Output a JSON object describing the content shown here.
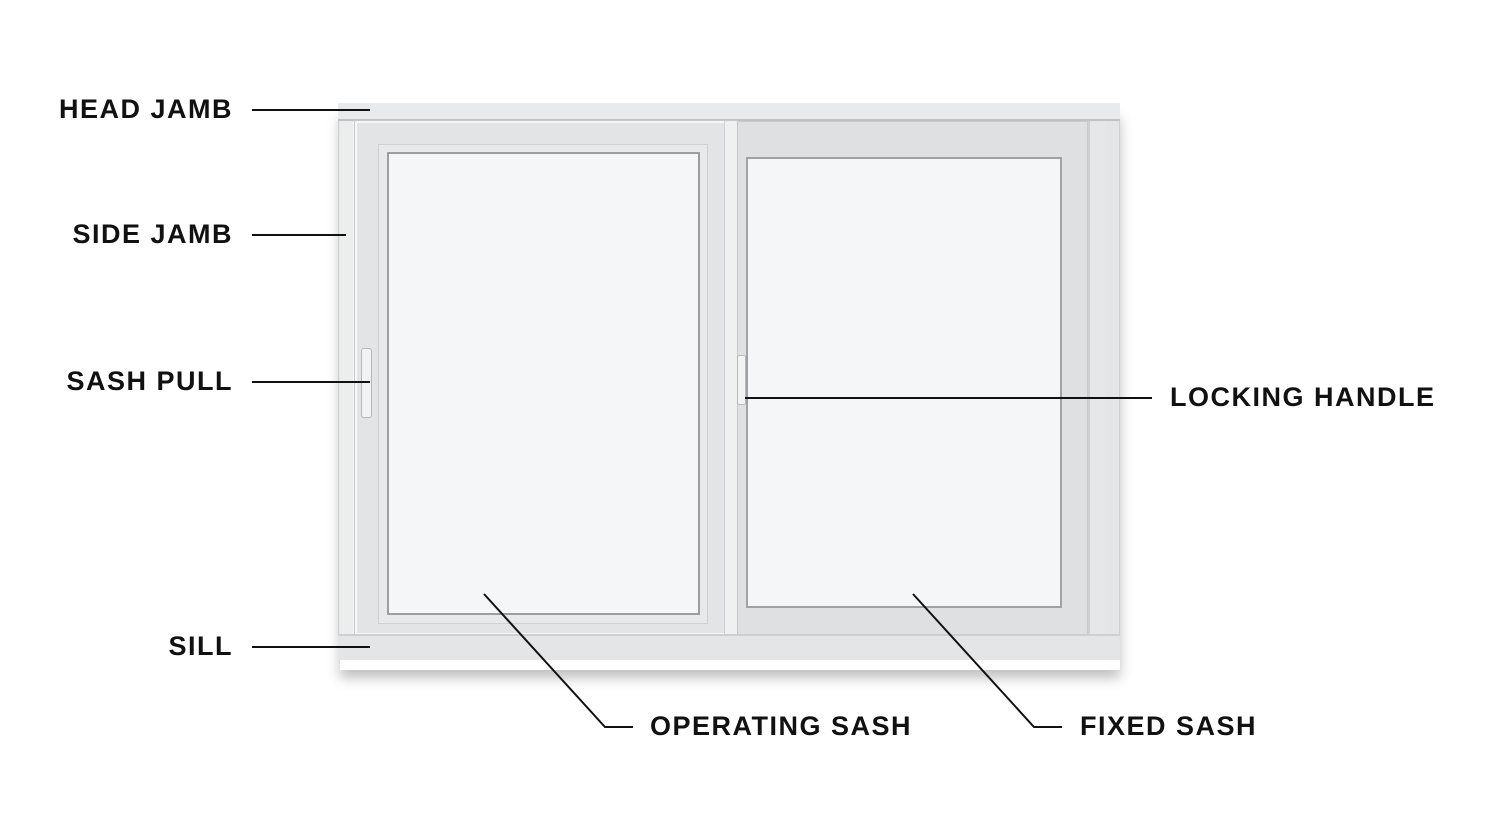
{
  "labels": {
    "head_jamb": "HEAD JAMB",
    "side_jamb": "SIDE JAMB",
    "sash_pull": "SASH PULL",
    "sill": "SILL",
    "locking_handle": "LOCKING HANDLE",
    "operating_sash": "OPERATING SASH",
    "fixed_sash": "FIXED SASH"
  },
  "colors": {
    "frame": "#e6e7e9",
    "glass": "#f5f6f8",
    "line": "#111111"
  }
}
